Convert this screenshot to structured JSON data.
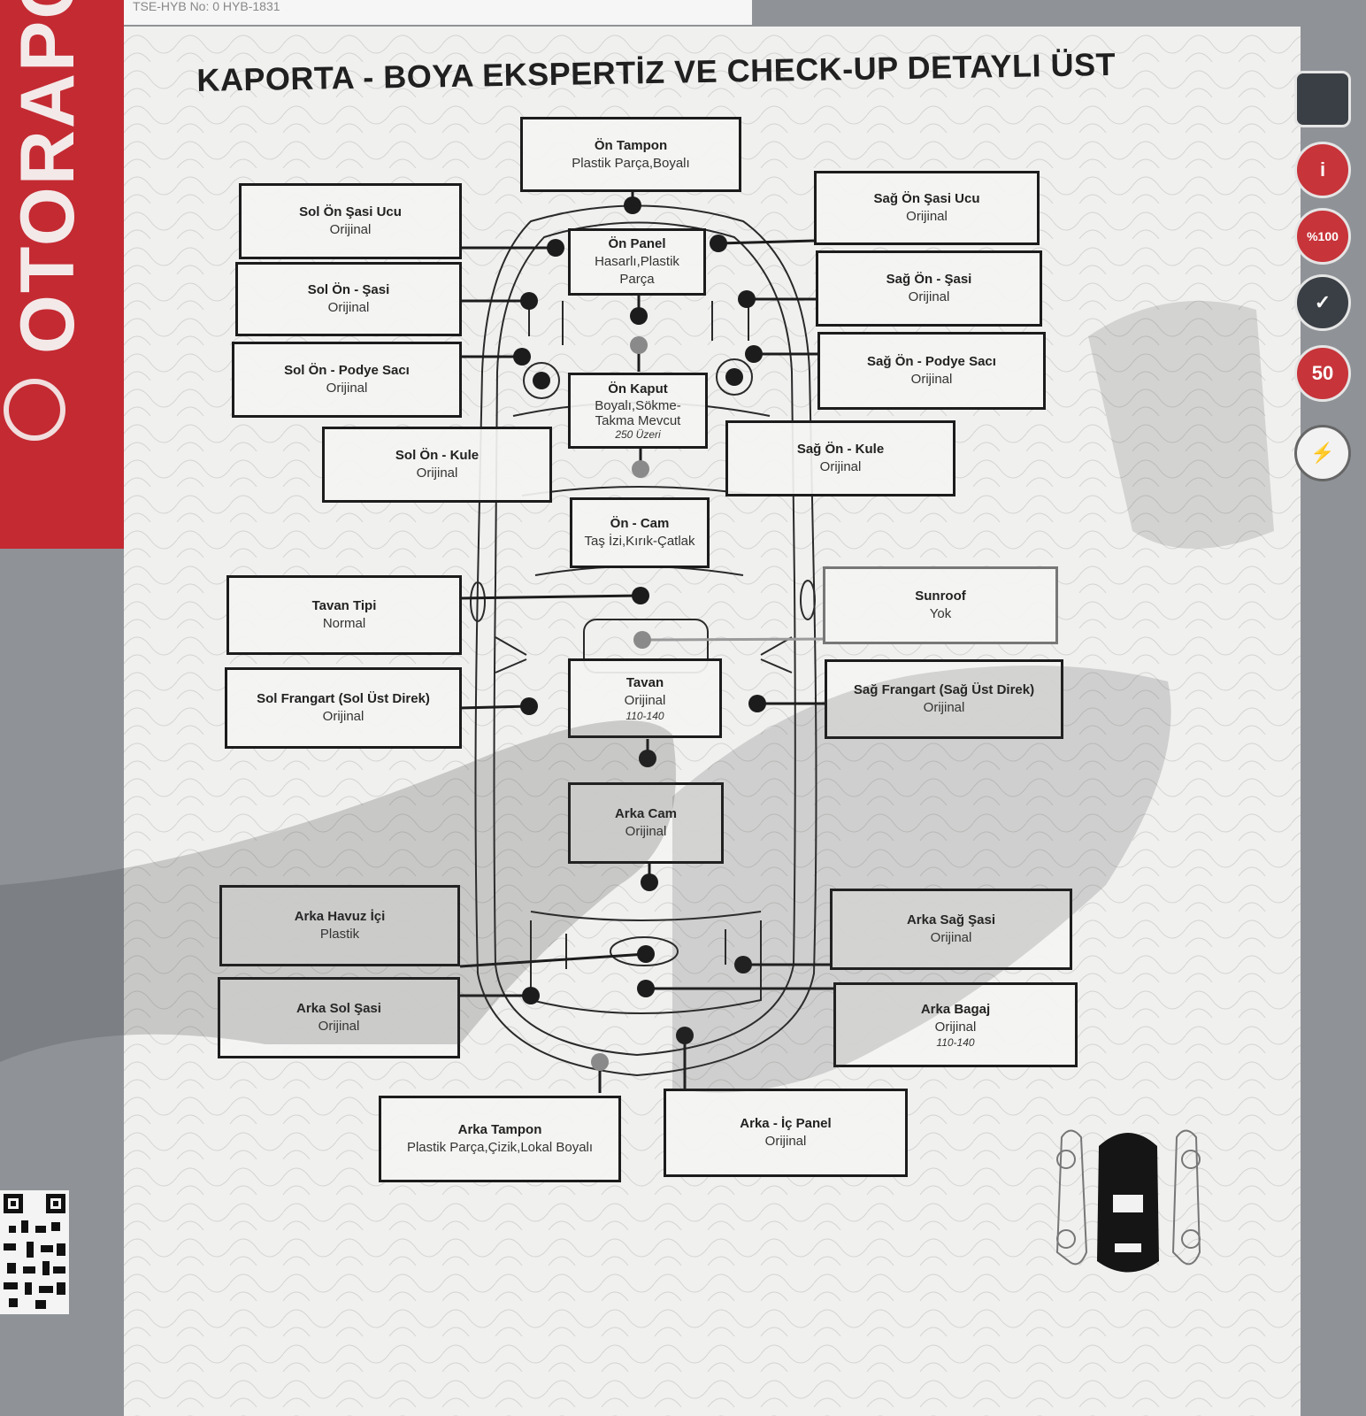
{
  "header": {
    "brand": "OTORAPOR",
    "top_strip": "TSE-HYB No: 0 HYB-1831",
    "title": "KAPORTA - BOYA EKSPERTİZ VE CHECK-UP DETAYLI ÜST"
  },
  "parts": {
    "on_tampon": {
      "name": "Ön Tampon",
      "value": "Plastik Parça,Boyalı"
    },
    "sol_on_sasi_ucu": {
      "name": "Sol Ön Şasi Ucu",
      "value": "Orijinal"
    },
    "on_panel": {
      "name": "Ön Panel",
      "value": "Hasarlı,Plastik Parça"
    },
    "sag_on_sasi_ucu": {
      "name": "Sağ Ön Şasi Ucu",
      "value": "Orijinal"
    },
    "sol_on_sasi": {
      "name": "Sol Ön - Şasi",
      "value": "Orijinal"
    },
    "sag_on_sasi": {
      "name": "Sağ Ön - Şasi",
      "value": "Orijinal"
    },
    "sol_on_podye": {
      "name": "Sol Ön - Podye Sacı",
      "value": "Orijinal"
    },
    "sag_on_podye": {
      "name": "Sağ Ön - Podye Sacı",
      "value": "Orijinal"
    },
    "on_kaput": {
      "name": "Ön Kaput",
      "value": "Boyalı,Sökme-Takma Mevcut",
      "sub": "250 Üzeri"
    },
    "sol_on_kule": {
      "name": "Sol Ön - Kule",
      "value": "Orijinal"
    },
    "sag_on_kule": {
      "name": "Sağ Ön - Kule",
      "value": "Orijinal"
    },
    "on_cam": {
      "name": "Ön - Cam",
      "value": "Taş İzi,Kırık-Çatlak"
    },
    "tavan_tipi": {
      "name": "Tavan Tipi",
      "value": "Normal"
    },
    "sunroof": {
      "name": "Sunroof",
      "value": "Yok"
    },
    "sol_frangart": {
      "name": "Sol Frangart (Sol Üst Direk)",
      "value": "Orijinal"
    },
    "tavan": {
      "name": "Tavan",
      "value": "Orijinal",
      "sub": "110-140"
    },
    "sag_frangart": {
      "name": "Sağ Frangart (Sağ Üst Direk)",
      "value": "Orijinal"
    },
    "arka_cam": {
      "name": "Arka Cam",
      "value": "Orijinal"
    },
    "arka_havuz": {
      "name": "Arka Havuz İçi",
      "value": "Plastik"
    },
    "arka_sag_sasi": {
      "name": "Arka Sağ Şasi",
      "value": "Orijinal"
    },
    "arka_sol_sasi": {
      "name": "Arka Sol Şasi",
      "value": "Orijinal"
    },
    "arka_bagaj": {
      "name": "Arka Bagaj",
      "value": "Orijinal",
      "sub": "110-140"
    },
    "arka_tampon": {
      "name": "Arka Tampon",
      "value": "Plastik Parça,Çizik,Lokal Boyalı"
    },
    "arka_ic_panel": {
      "name": "Arka - İç Panel",
      "value": "Orijinal"
    }
  },
  "side_badges": {
    "b1": "i",
    "b2": "%100",
    "b3": "✓",
    "b4": "50",
    "b5": "⚡"
  },
  "colors": {
    "brand_red": "#c42a32",
    "line": "#1c1c1c",
    "paper": "#f0f0ef"
  }
}
